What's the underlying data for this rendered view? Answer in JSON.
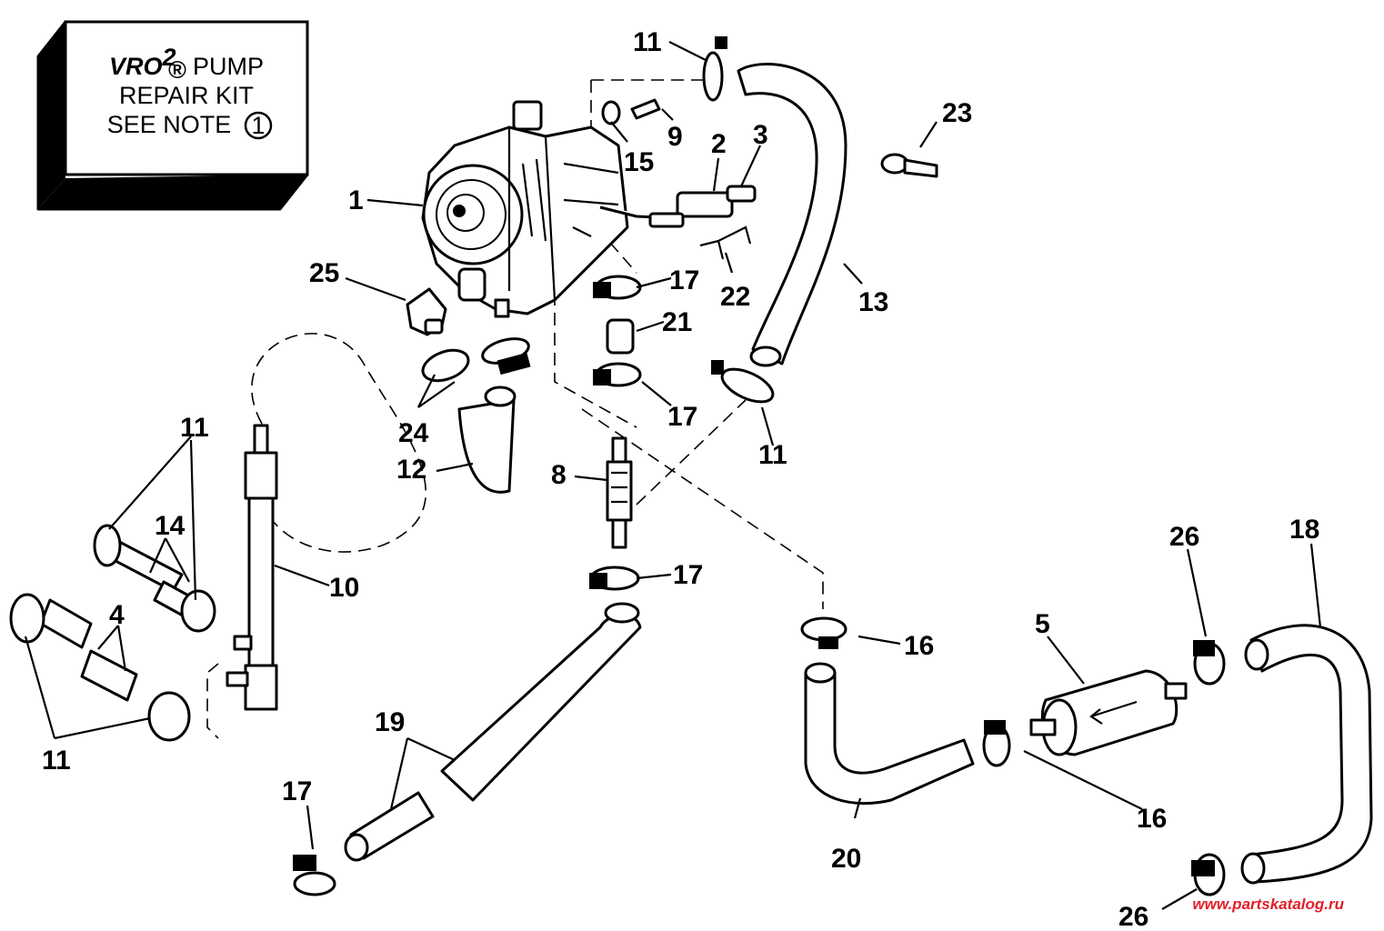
{
  "kit_box": {
    "brand": "VRO",
    "brand_sup": "2",
    "brand_reg": "®",
    "line1_suffix": " PUMP",
    "line2": "REPAIR KIT",
    "line3": "SEE NOTE",
    "note_number": "1"
  },
  "callouts": {
    "c1": "1",
    "c2": "2",
    "c3": "3",
    "c4": "4",
    "c5": "5",
    "c8": "8",
    "c9": "9",
    "c10": "10",
    "c11a": "11",
    "c11b": "11",
    "c11c": "11",
    "c11d": "11",
    "c12": "12",
    "c13": "13",
    "c14": "14",
    "c15": "15",
    "c16a": "16",
    "c16b": "16",
    "c17a": "17",
    "c17b": "17",
    "c17c": "17",
    "c17d": "17",
    "c18": "18",
    "c19": "19",
    "c20": "20",
    "c21": "21",
    "c22": "22",
    "c23": "23",
    "c24": "24",
    "c25": "25",
    "c26a": "26",
    "c26b": "26"
  },
  "watermark": "www.partskatalog.ru"
}
